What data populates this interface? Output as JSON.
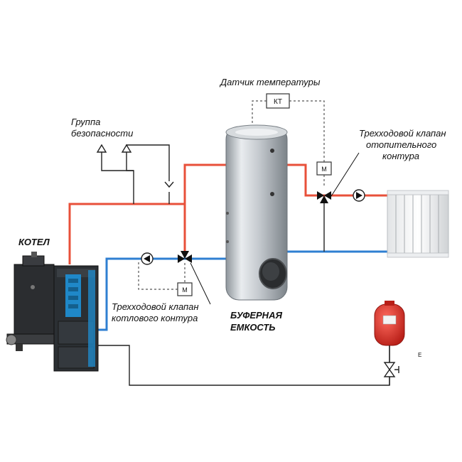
{
  "labels": {
    "sensor": "Датчик температуры",
    "sensor_box": "КТ",
    "safety_line1": "Группа",
    "safety_line2": "безопасности",
    "valve_heating_line1": "Трехходовой клапан",
    "valve_heating_line2": "отопительного",
    "valve_heating_line3": "контура",
    "boiler": "КОТЕЛ",
    "valve_boiler_line1": "Трехходовой клапан",
    "valve_boiler_line2": "котлового контура",
    "buffer_line1": "БУФЕРНАЯ",
    "buffer_line2": "ЕМКОСТЬ",
    "motor_m": "М",
    "tiny_e": "E"
  },
  "colors": {
    "hot_pipe": "#e8503a",
    "cold_pipe": "#2f7fd2",
    "expansion_tank": "#d9302a",
    "boiler_accent": "#1f88c8"
  },
  "icons": [
    "pump-icon",
    "three-way-valve-icon",
    "motor-actuator-icon",
    "ball-valve-icon",
    "vent-valve-icon",
    "safety-valve-icon"
  ]
}
